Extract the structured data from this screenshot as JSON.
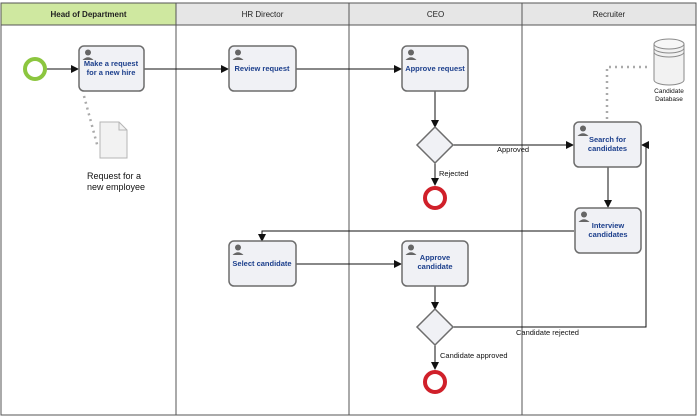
{
  "lanes": [
    {
      "title": "Head of Department",
      "color": "#cfe8a0"
    },
    {
      "title": "HR Director",
      "color": "#e6e6e6"
    },
    {
      "title": "CEO",
      "color": "#e6e6e6"
    },
    {
      "title": "Recruiter",
      "color": "#e6e6e6"
    }
  ],
  "tasks": {
    "make_request": [
      "Make a request",
      "for a new hire"
    ],
    "review_request": [
      "Review request"
    ],
    "approve_request": [
      "Approve request"
    ],
    "search_candidates": [
      "Search for",
      "candidates"
    ],
    "interview_candidates": [
      "Interview",
      "candidates"
    ],
    "select_candidate": [
      "Select candidate"
    ],
    "approve_candidate": [
      "Approve",
      "candidate"
    ]
  },
  "flows": {
    "approved": "Approved",
    "rejected": "Rejected",
    "candidate_rejected": "Candidate rejected",
    "candidate_approved": "Candidate approved"
  },
  "artifacts": {
    "document": [
      "Request for a",
      "new employee"
    ],
    "database": [
      "Candidate",
      "Database"
    ]
  },
  "colors": {
    "start_event": "#8cc63f",
    "end_event": "#d0202a",
    "task_fill": "#f0f1f5",
    "task_border": "#6d6d6d",
    "task_text": "#1c3f8c"
  }
}
